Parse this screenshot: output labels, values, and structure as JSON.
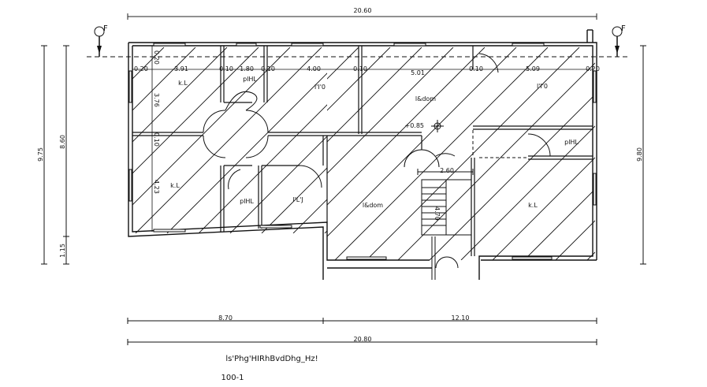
{
  "plan": {
    "dimensions": {
      "top_overall": "20.60",
      "bottom_left": "8.70",
      "bottom_right": "12.10",
      "bottom_overall": "20.80",
      "left_overall": "9.75",
      "left_main": "8.60",
      "left_offset": "1.15",
      "right_overall": "9.80",
      "row_0_20_a": "0.20",
      "row_0_20_b": "0.20",
      "row_3_91": "3.91",
      "row_0_10_a": "0.10",
      "row_1_80": "1.80",
      "row_0_10_b": "0.10",
      "row_4_00": "4.00",
      "row_0_10_c": "0.10",
      "row_5_01": "5.01",
      "row_0_10_d": "0.10",
      "row_5_09": "5.09",
      "row_0_20_c": "0.20",
      "v_3_76": "3.76",
      "v_0_10": "0.10",
      "v_4_23": "4.23",
      "stair_2_60": "2.60",
      "stair_4_70": "4.70"
    },
    "rooms": {
      "kl_top_left": "k.L",
      "bath_top": "plHL",
      "room_top_mid": "l'I'0",
      "hall_top": "l&dom",
      "room_top_right": "l'I'0",
      "bath_right": "plHL",
      "kl_bottom_left": "k.L",
      "bath_bottom": "plHL",
      "room_bottom_small": "l'L'J",
      "hall_bottom": "l&dom",
      "kl_bottom_right": "k.L"
    },
    "level_mark": "+0.85",
    "section_marker_left": "F",
    "section_marker_right": "F",
    "caption": "ls'Phg'HIRhBvdDhg_Hz!",
    "sheet_number": "100-1"
  }
}
